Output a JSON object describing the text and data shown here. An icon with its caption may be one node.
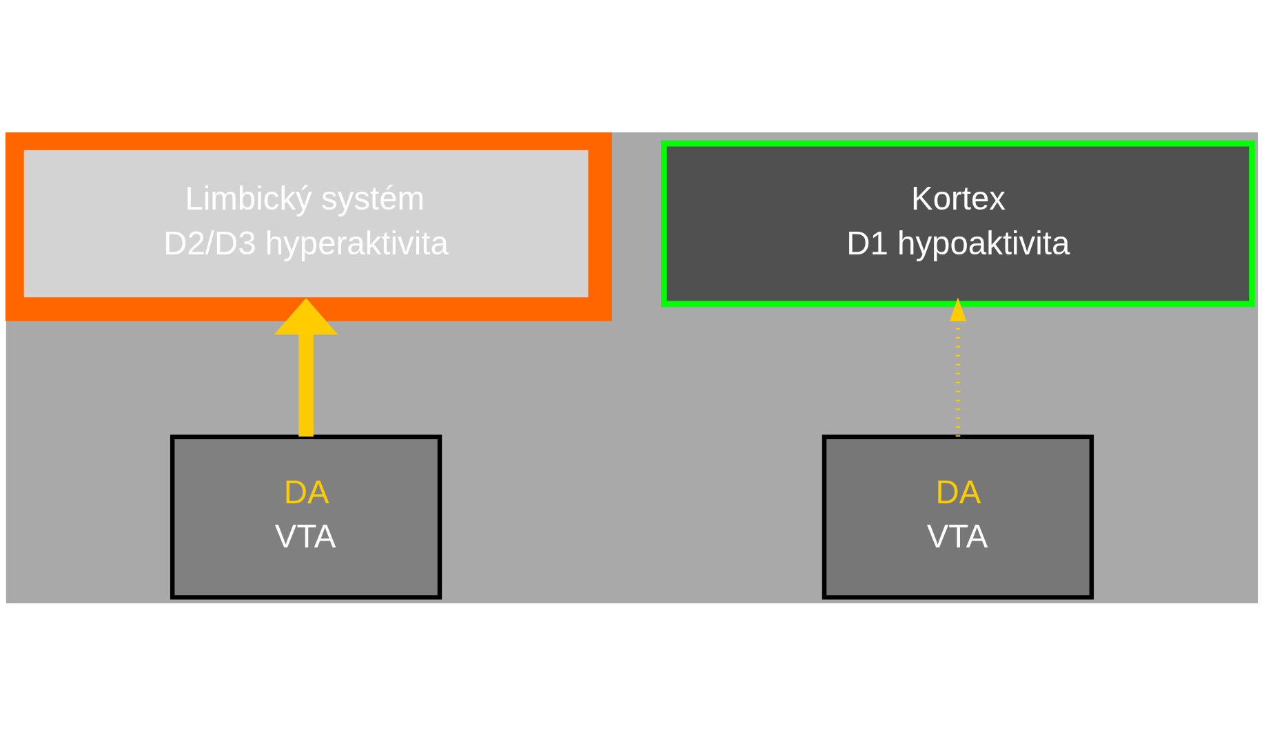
{
  "diagram": {
    "nodes": [
      {
        "text": [
          "Kortex",
          "D1 hypoaktivita"
        ]
      },
      {
        "text": [
          "Limbický systém",
          "D2/D3 hyperaktivita"
        ]
      },
      {
        "text": [
          "DA",
          "VTA"
        ]
      },
      {
        "text": [
          "DA",
          "VTA"
        ]
      }
    ],
    "edges": [
      {
        "from": 2,
        "to": 1,
        "arrow": "to",
        "style": "thick",
        "color": "#ffcc00"
      },
      {
        "from": 3,
        "to": 0,
        "arrow": "to",
        "style": "dashed",
        "color": "#ffcc00"
      }
    ]
  }
}
